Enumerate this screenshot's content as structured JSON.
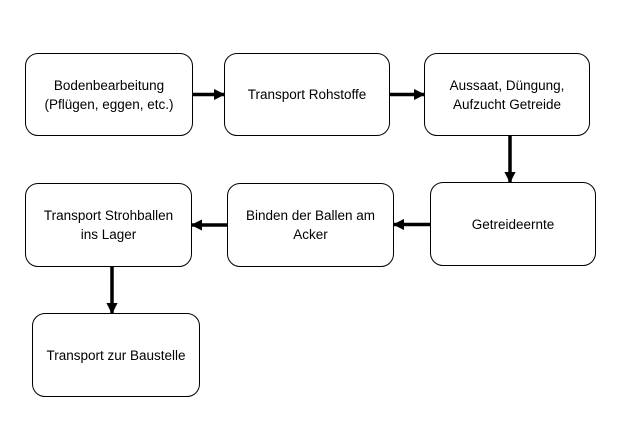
{
  "diagram": {
    "nodes": [
      {
        "id": "n1",
        "lines": [
          "Bodenbearbeitung",
          "(Pflügen, eggen, etc.)"
        ]
      },
      {
        "id": "n2",
        "lines": [
          "Transport Rohstoffe"
        ]
      },
      {
        "id": "n3",
        "lines": [
          "Aussaat, Düngung,",
          "Aufzucht Getreide"
        ]
      },
      {
        "id": "n4",
        "lines": [
          "Getreideernte"
        ]
      },
      {
        "id": "n5",
        "lines": [
          "Binden der Ballen am",
          "Acker"
        ]
      },
      {
        "id": "n6",
        "lines": [
          "Transport Strohballen",
          "ins Lager"
        ]
      },
      {
        "id": "n7",
        "lines": [
          "Transport zur Baustelle"
        ]
      }
    ],
    "edges": [
      {
        "from": "n1",
        "to": "n2"
      },
      {
        "from": "n2",
        "to": "n3"
      },
      {
        "from": "n3",
        "to": "n4"
      },
      {
        "from": "n4",
        "to": "n5"
      },
      {
        "from": "n5",
        "to": "n6"
      },
      {
        "from": "n6",
        "to": "n7"
      }
    ]
  }
}
